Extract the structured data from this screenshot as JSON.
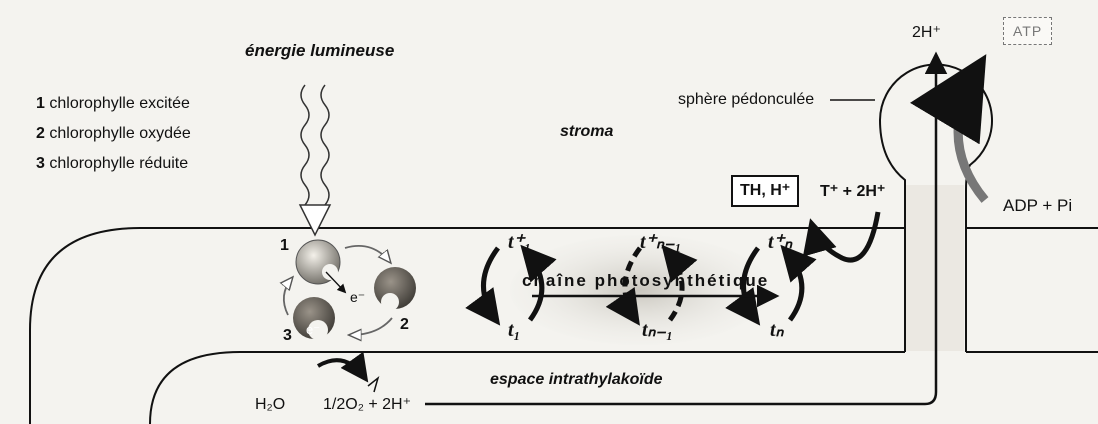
{
  "title": "énergie lumineuse",
  "legend": [
    {
      "num": "1",
      "text": "chlorophylle excitée"
    },
    {
      "num": "2",
      "text": "chlorophylle oxydée"
    },
    {
      "num": "3",
      "text": "chlorophylle réduite"
    }
  ],
  "compartments": {
    "stroma": "stroma",
    "lumen": "espace intrathylakoïde"
  },
  "chain_label": "chaîne photosynthétique",
  "atp_synthase": {
    "label": "sphère pédonculée",
    "proton": "2H⁺",
    "atp": "ATP",
    "adp": "ADP + Pi"
  },
  "reactions": {
    "th_box": "TH, H⁺",
    "t_plus": "T⁺ + 2H⁺",
    "water": "H₂O",
    "water_products": "1/2O₂ + 2H⁺"
  },
  "chlorophyll_states": {
    "one": "1",
    "two": "2",
    "three": "3",
    "electron": "e⁻"
  },
  "carriers": {
    "t1_plus": "t⁺₁",
    "t1": "t₁",
    "tn1_plus": "t⁺ₙ₋₁",
    "tn1": "tₙ₋₁",
    "tn_plus": "t⁺ₙ",
    "tn": "tₙ"
  }
}
